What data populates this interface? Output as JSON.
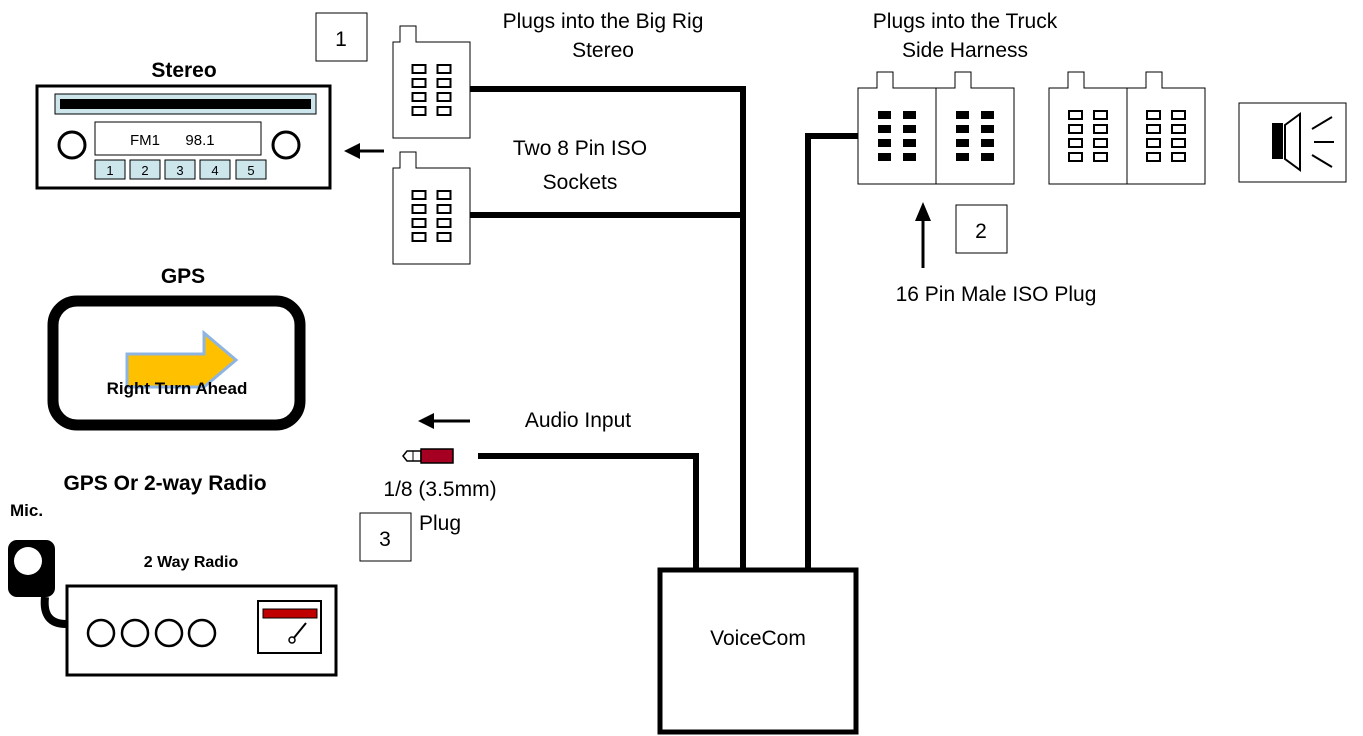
{
  "labels": {
    "plugs_stereo_line1": "Plugs into the Big Rig",
    "plugs_stereo_line2": "Stereo",
    "sockets_line1": "Two 8 Pin ISO",
    "sockets_line2": "Sockets",
    "plugs_truck_line1": "Plugs into the Truck",
    "plugs_truck_line2": "Side Harness",
    "male_plug": "16 Pin Male ISO Plug",
    "audio_input": "Audio Input",
    "plug_size_line1": "1/8 (3.5mm)",
    "plug_size_line2": "Plug",
    "voicecom": "VoiceCom"
  },
  "callouts": {
    "one": "1",
    "two": "2",
    "three": "3"
  },
  "stereo": {
    "title": "Stereo",
    "band": "FM1",
    "frequency": "98.1",
    "presets": [
      "1",
      "2",
      "3",
      "4",
      "5"
    ]
  },
  "gps": {
    "title": "GPS",
    "message": "Right Turn Ahead",
    "arrow_color": "#FFC000"
  },
  "radio": {
    "section_title": "GPS Or 2-way Radio",
    "mic_label": "Mic.",
    "title": "2 Way Radio",
    "meter_color": "#C00000"
  },
  "icons": [
    "speaker-icon",
    "arrow-left-icon",
    "arrow-up-icon",
    "audio-jack-icon",
    "microphone-icon"
  ]
}
